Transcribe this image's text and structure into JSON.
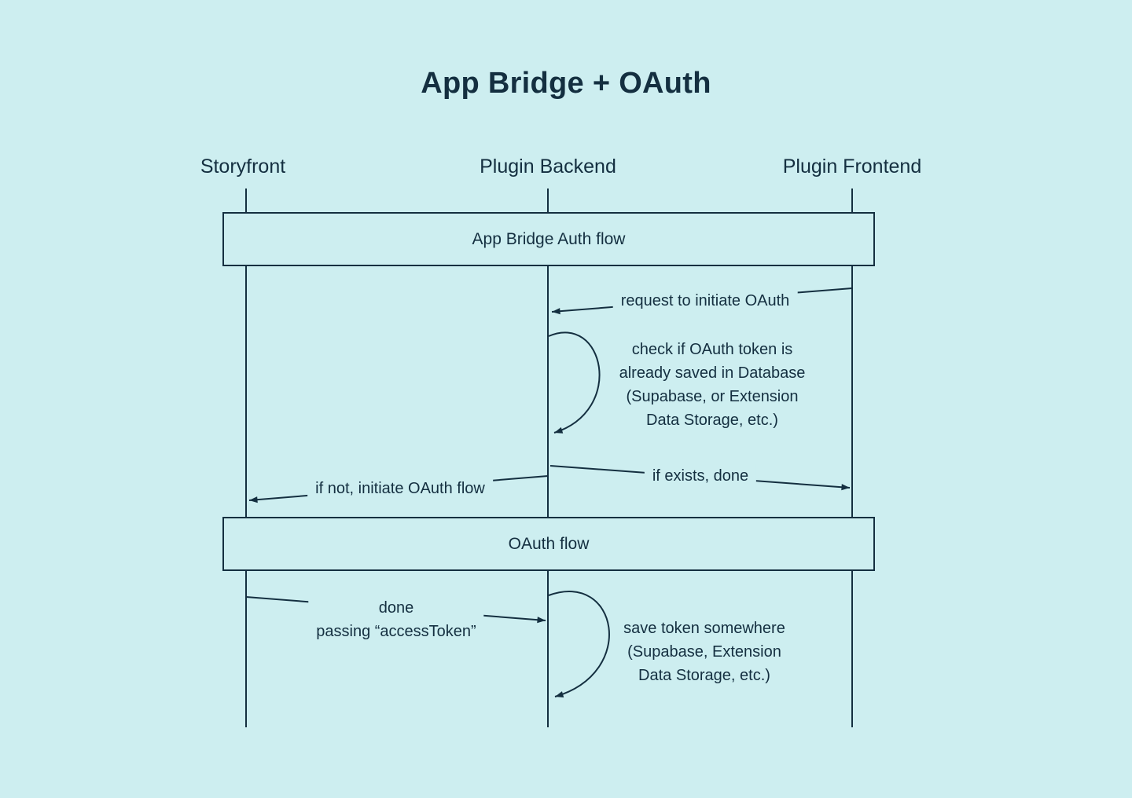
{
  "colors": {
    "bg": "#cdeef0",
    "ink": "#142f40"
  },
  "diagram": {
    "title": "App Bridge + OAuth",
    "actors": {
      "storyfront": "Storyfront",
      "backend": "Plugin Backend",
      "frontend": "Plugin Frontend"
    },
    "frames": {
      "app_bridge": "App Bridge Auth flow",
      "oauth": "OAuth flow"
    },
    "messages": {
      "request": "request to initiate OAuth",
      "check": "check if OAuth token is\nalready saved in Database\n(Supabase, or Extension\nData Storage, etc.)",
      "if_exists": "if exists, done",
      "if_not": "if not, initiate OAuth flow",
      "done": "done\npassing “accessToken”",
      "save": "save token somewhere\n(Supabase, Extension\nData Storage, etc.)"
    }
  }
}
